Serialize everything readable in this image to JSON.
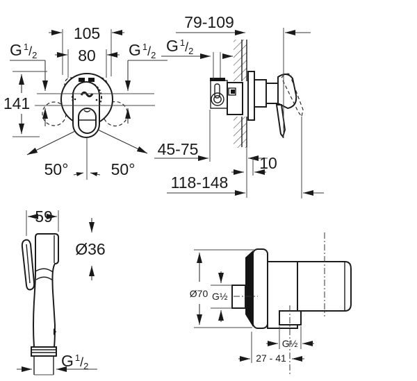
{
  "drawing": {
    "kind": "technical installation drawing",
    "subject": "concealed shower mixer with trigger hand spray and wall union holder"
  },
  "colors": {
    "line": "#1c1c1c",
    "background": "#ffffff",
    "filled_section": "#141414"
  },
  "front_view": {
    "dim_width_outer": "105",
    "dim_width_inner": "80",
    "dim_height": "141",
    "angle_left": "50°",
    "angle_right": "50°",
    "thread_left": {
      "base": "G",
      "num": "1",
      "slash": "/",
      "den": "2"
    },
    "thread_right": {
      "base": "G",
      "num": "1",
      "slash": "/",
      "den": "2"
    }
  },
  "side_view": {
    "dim_wall_to_handle_min": "79-109",
    "dim_wall_to_handle_max": "118-148",
    "dim_depth_range": "45-75",
    "dim_plate_offset": "10",
    "thread": {
      "base": "G",
      "num": "1",
      "slash": "/",
      "den": "2"
    }
  },
  "hand_shower": {
    "dim_width": "59",
    "dim_head_diameter": "Ø36",
    "thread": {
      "base": "G",
      "num": "1",
      "slash": "/",
      "den": "2"
    }
  },
  "wall_holder": {
    "dim_flange_diameter": "Ø70",
    "thread_inlet": "G½",
    "thread_outlet": "G½",
    "dim_offset_range": "27 - 41"
  }
}
